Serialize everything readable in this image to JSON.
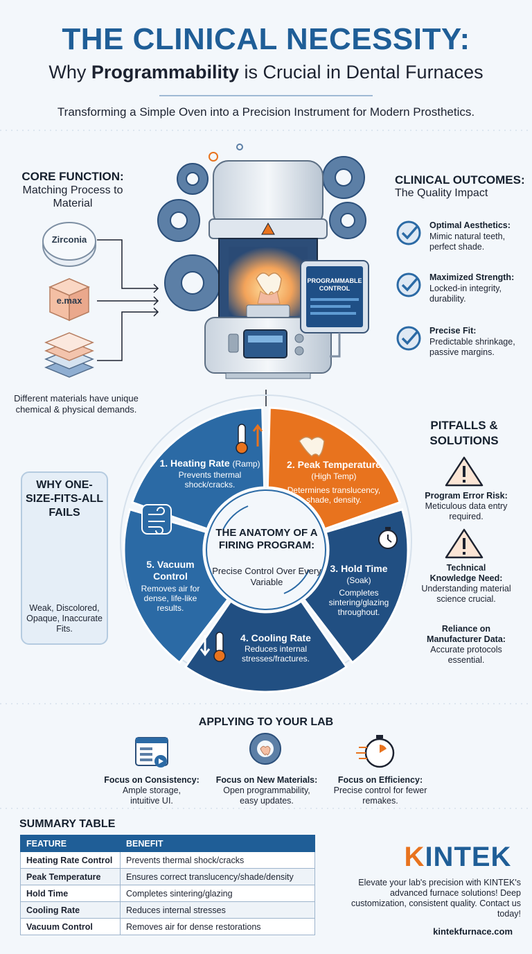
{
  "header": {
    "title": "THE CLINICAL NECESSITY:",
    "subtitle_pre": "Why ",
    "subtitle_bold": "Programmability",
    "subtitle_post": " is Crucial in Dental Furnaces",
    "tagline": "Transforming a Simple Oven into a Precision Instrument for Modern Prosthetics."
  },
  "core_function": {
    "title": "CORE FUNCTION:",
    "subtitle": "Matching Process to Material",
    "materials": [
      "Zirconia",
      "e.max"
    ],
    "caption": "Different materials have unique chemical & physical demands."
  },
  "furnace": {
    "screen_label_1": "PROGRAMMABLE",
    "screen_label_2": "CONTROL"
  },
  "clinical_outcomes": {
    "title": "CLINICAL OUTCOMES:",
    "subtitle": "The Quality Impact",
    "items": [
      {
        "title": "Optimal Aesthetics:",
        "desc": "Mimic natural teeth, perfect shade."
      },
      {
        "title": "Maximized Strength:",
        "desc": "Locked-in integrity, durability."
      },
      {
        "title": "Precise Fit:",
        "desc": "Predictable shrinkage, passive margins."
      }
    ]
  },
  "why_fails": {
    "title": "WHY ONE-SIZE-FITS-ALL FAILS",
    "caption": "Weak, Discolored, Opaque, Inaccurate Fits."
  },
  "anatomy": {
    "title": "THE ANATOMY OF A FIRING PROGRAM:",
    "subtitle": "Precise Control Over Every Variable",
    "segments": [
      {
        "title": "1. Heating Rate",
        "title_small": "(Ramp)",
        "desc": "Prevents thermal shock/cracks."
      },
      {
        "title": "2. Peak Temperature",
        "title_small": "(High Temp)",
        "desc": "Determines translucency, shade, density."
      },
      {
        "title": "3. Hold Time",
        "title_small": "(Soak)",
        "desc": "Completes sintering/glazing throughout."
      },
      {
        "title": "4. Cooling Rate",
        "title_small": "",
        "desc": "Reduces internal stresses/fractures."
      },
      {
        "title": "5. Vacuum Control",
        "title_small": "",
        "desc": "Removes air for dense, life-like results."
      }
    ],
    "colors": {
      "blue": "#2b6aa5",
      "dark_blue": "#214f82",
      "orange": "#e8731e"
    }
  },
  "pitfalls": {
    "title": "PITFALLS & SOLUTIONS",
    "items": [
      {
        "title": "Program Error Risk:",
        "desc": "Meticulous data entry required."
      },
      {
        "title": "Technical Knowledge Need:",
        "desc": "Understanding material science crucial."
      },
      {
        "title": "Reliance on Manufacturer Data:",
        "desc": "Accurate protocols essential."
      }
    ]
  },
  "applying": {
    "title": "APPLYING TO YOUR LAB",
    "items": [
      {
        "title": "Focus on Consistency:",
        "desc": "Ample storage, intuitive UI."
      },
      {
        "title": "Focus on New Materials:",
        "desc": "Open programmability, easy updates."
      },
      {
        "title": "Focus on Efficiency:",
        "desc": "Precise control for fewer remakes."
      }
    ]
  },
  "summary": {
    "title": "SUMMARY TABLE",
    "headers": [
      "FEATURE",
      "BENEFIT"
    ],
    "rows": [
      [
        "Heating Rate Control",
        "Prevents thermal shock/cracks"
      ],
      [
        "Peak Temperature",
        "Ensures correct translucency/shade/density"
      ],
      [
        "Hold Time",
        "Completes sintering/glazing"
      ],
      [
        "Cooling Rate",
        "Reduces internal stresses"
      ],
      [
        "Vacuum Control",
        "Removes air for dense restorations"
      ]
    ]
  },
  "brand": {
    "name_first": "K",
    "name_rest": "INTEK",
    "text": "Elevate your lab's precision with KINTEK's advanced furnace solutions! Deep customization, consistent quality. Contact us today!",
    "url": "kintekfurnace.com"
  }
}
